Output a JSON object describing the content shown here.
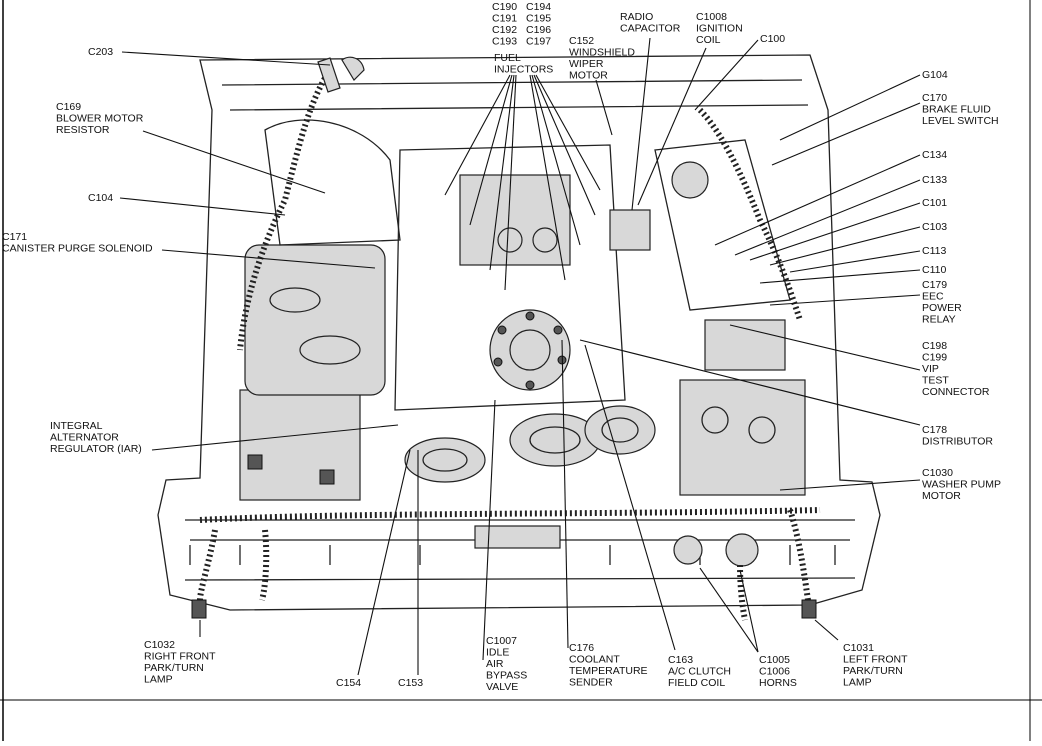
{
  "labels": [
    {
      "id": "c203",
      "lines": [
        "C203"
      ]
    },
    {
      "id": "c169",
      "lines": [
        "C169",
        "BLOWER MOTOR",
        "RESISTOR"
      ]
    },
    {
      "id": "c104",
      "lines": [
        "C104"
      ]
    },
    {
      "id": "c171",
      "lines": [
        "C171",
        "CANISTER PURGE SOLENOID"
      ]
    },
    {
      "id": "iar",
      "lines": [
        "INTEGRAL",
        "ALTERNATOR",
        "REGULATOR (IAR)"
      ]
    },
    {
      "id": "c1032",
      "lines": [
        "C1032",
        "RIGHT FRONT",
        "PARK/TURN",
        "LAMP"
      ]
    },
    {
      "id": "c154",
      "lines": [
        "C154"
      ]
    },
    {
      "id": "c153",
      "lines": [
        "C153"
      ]
    },
    {
      "id": "c1007",
      "lines": [
        "C1007",
        "IDLE",
        "AIR",
        "BYPASS",
        "VALVE"
      ]
    },
    {
      "id": "c176",
      "lines": [
        "C176",
        "COOLANT",
        "TEMPERATURE",
        "SENDER"
      ]
    },
    {
      "id": "c163",
      "lines": [
        "C163",
        "A/C CLUTCH",
        "FIELD COIL"
      ]
    },
    {
      "id": "c1005",
      "lines": [
        "C1005",
        "C1006",
        "HORNS"
      ]
    },
    {
      "id": "c1031",
      "lines": [
        "C1031",
        "LEFT FRONT",
        "PARK/TURN",
        "LAMP"
      ]
    },
    {
      "id": "inj_a",
      "lines": [
        "C190",
        "C191",
        "C192",
        "C193"
      ]
    },
    {
      "id": "inj_b",
      "lines": [
        "C194",
        "C195",
        "C196",
        "C197"
      ]
    },
    {
      "id": "fuel",
      "lines": [
        "FUEL",
        "INJECTORS"
      ]
    },
    {
      "id": "c152",
      "lines": [
        "C152",
        "WINDSHIELD",
        "WIPER",
        "MOTOR"
      ]
    },
    {
      "id": "radio",
      "lines": [
        "RADIO",
        "CAPACITOR"
      ]
    },
    {
      "id": "c1008",
      "lines": [
        "C1008",
        "IGNITION",
        "COIL"
      ]
    },
    {
      "id": "c100",
      "lines": [
        "C100"
      ]
    },
    {
      "id": "g104",
      "lines": [
        "G104"
      ]
    },
    {
      "id": "c170",
      "lines": [
        "C170",
        "BRAKE FLUID",
        "LEVEL SWITCH"
      ]
    },
    {
      "id": "c134",
      "lines": [
        "C134"
      ]
    },
    {
      "id": "c133",
      "lines": [
        "C133"
      ]
    },
    {
      "id": "c101",
      "lines": [
        "C101"
      ]
    },
    {
      "id": "c103",
      "lines": [
        "C103"
      ]
    },
    {
      "id": "c113",
      "lines": [
        "C113"
      ]
    },
    {
      "id": "c110",
      "lines": [
        "C110"
      ]
    },
    {
      "id": "c179",
      "lines": [
        "C179",
        "EEC",
        "POWER",
        "RELAY"
      ]
    },
    {
      "id": "c198",
      "lines": [
        "C198",
        "C199",
        "VIP",
        "TEST",
        "CONNECTOR"
      ]
    },
    {
      "id": "c178",
      "lines": [
        "C178",
        "DISTRIBUTOR"
      ]
    },
    {
      "id": "c1030",
      "lines": [
        "C1030",
        "WASHER PUMP",
        "MOTOR"
      ]
    }
  ]
}
